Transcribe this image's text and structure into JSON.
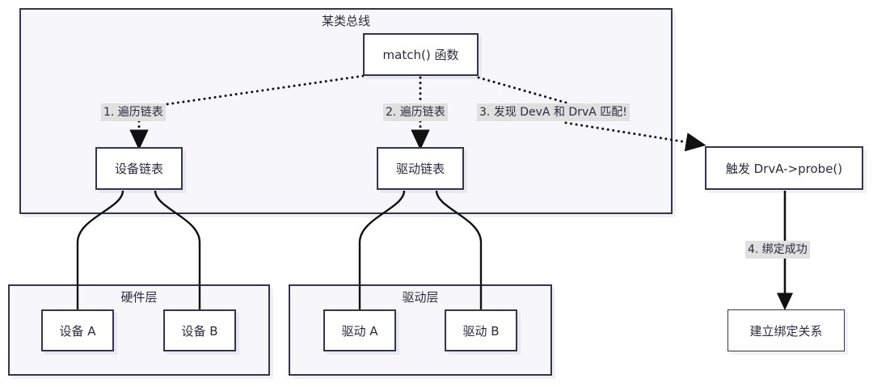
{
  "diagram": {
    "title": "某类总线",
    "clusters": [
      {
        "name": "bus",
        "label": "某类总线"
      },
      {
        "name": "hardware",
        "label": "硬件层"
      },
      {
        "name": "driver",
        "label": "驱动层"
      }
    ],
    "nodes": [
      {
        "name": "match-function",
        "label": "match() 函数"
      },
      {
        "name": "device-list",
        "label": "设备链表"
      },
      {
        "name": "driver-list",
        "label": "驱动链表"
      },
      {
        "name": "trigger-probe",
        "label": "触发 DrvA->probe()"
      },
      {
        "name": "bind-result",
        "label": "建立绑定关系"
      },
      {
        "name": "device-a",
        "label": "设备 A"
      },
      {
        "name": "device-b",
        "label": "设备 B"
      },
      {
        "name": "driver-a",
        "label": "驱动 A"
      },
      {
        "name": "driver-b",
        "label": "驱动 B"
      }
    ],
    "edge_labels": [
      {
        "name": "step-1",
        "label": "1. 遍历链表"
      },
      {
        "name": "step-2",
        "label": "2. 遍历链表"
      },
      {
        "name": "step-3",
        "label": "3. 发现 DevA 和 DrvA 匹配!"
      },
      {
        "name": "step-4",
        "label": "4. 绑定成功"
      }
    ],
    "colors": {
      "stroke": "#333352",
      "node_fill": "#ffffff",
      "cluster_fill": "#f7f7fb",
      "label_fill": "#e0e0e0",
      "text": "#2b2b3d",
      "edge": "#111111"
    }
  }
}
